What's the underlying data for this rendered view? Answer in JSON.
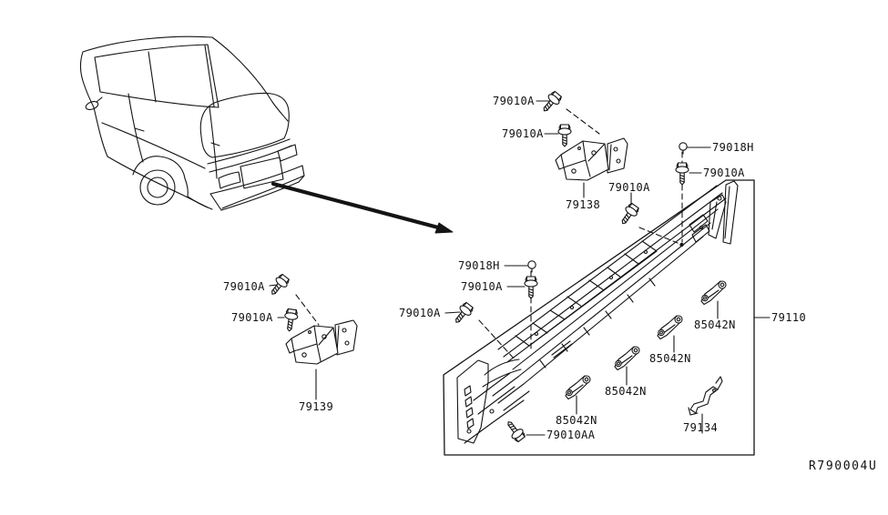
{
  "page": {
    "background_color": "#ffffff",
    "line_color": "#141414"
  },
  "diagram": {
    "ref_code": "R790004U",
    "callouts": [
      {
        "part": "79010A"
      },
      {
        "part": "79010A"
      },
      {
        "part": "79138"
      },
      {
        "part": "79010A"
      },
      {
        "part": "79018H"
      },
      {
        "part": "79010A"
      },
      {
        "part": "79110"
      },
      {
        "part": "79018H"
      },
      {
        "part": "79010A"
      },
      {
        "part": "79010A"
      },
      {
        "part": "79010A"
      },
      {
        "part": "79010A"
      },
      {
        "part": "79139"
      },
      {
        "part": "85042N"
      },
      {
        "part": "85042N"
      },
      {
        "part": "85042N"
      },
      {
        "part": "85042N"
      },
      {
        "part": "79134"
      },
      {
        "part": "79010AA"
      }
    ]
  }
}
